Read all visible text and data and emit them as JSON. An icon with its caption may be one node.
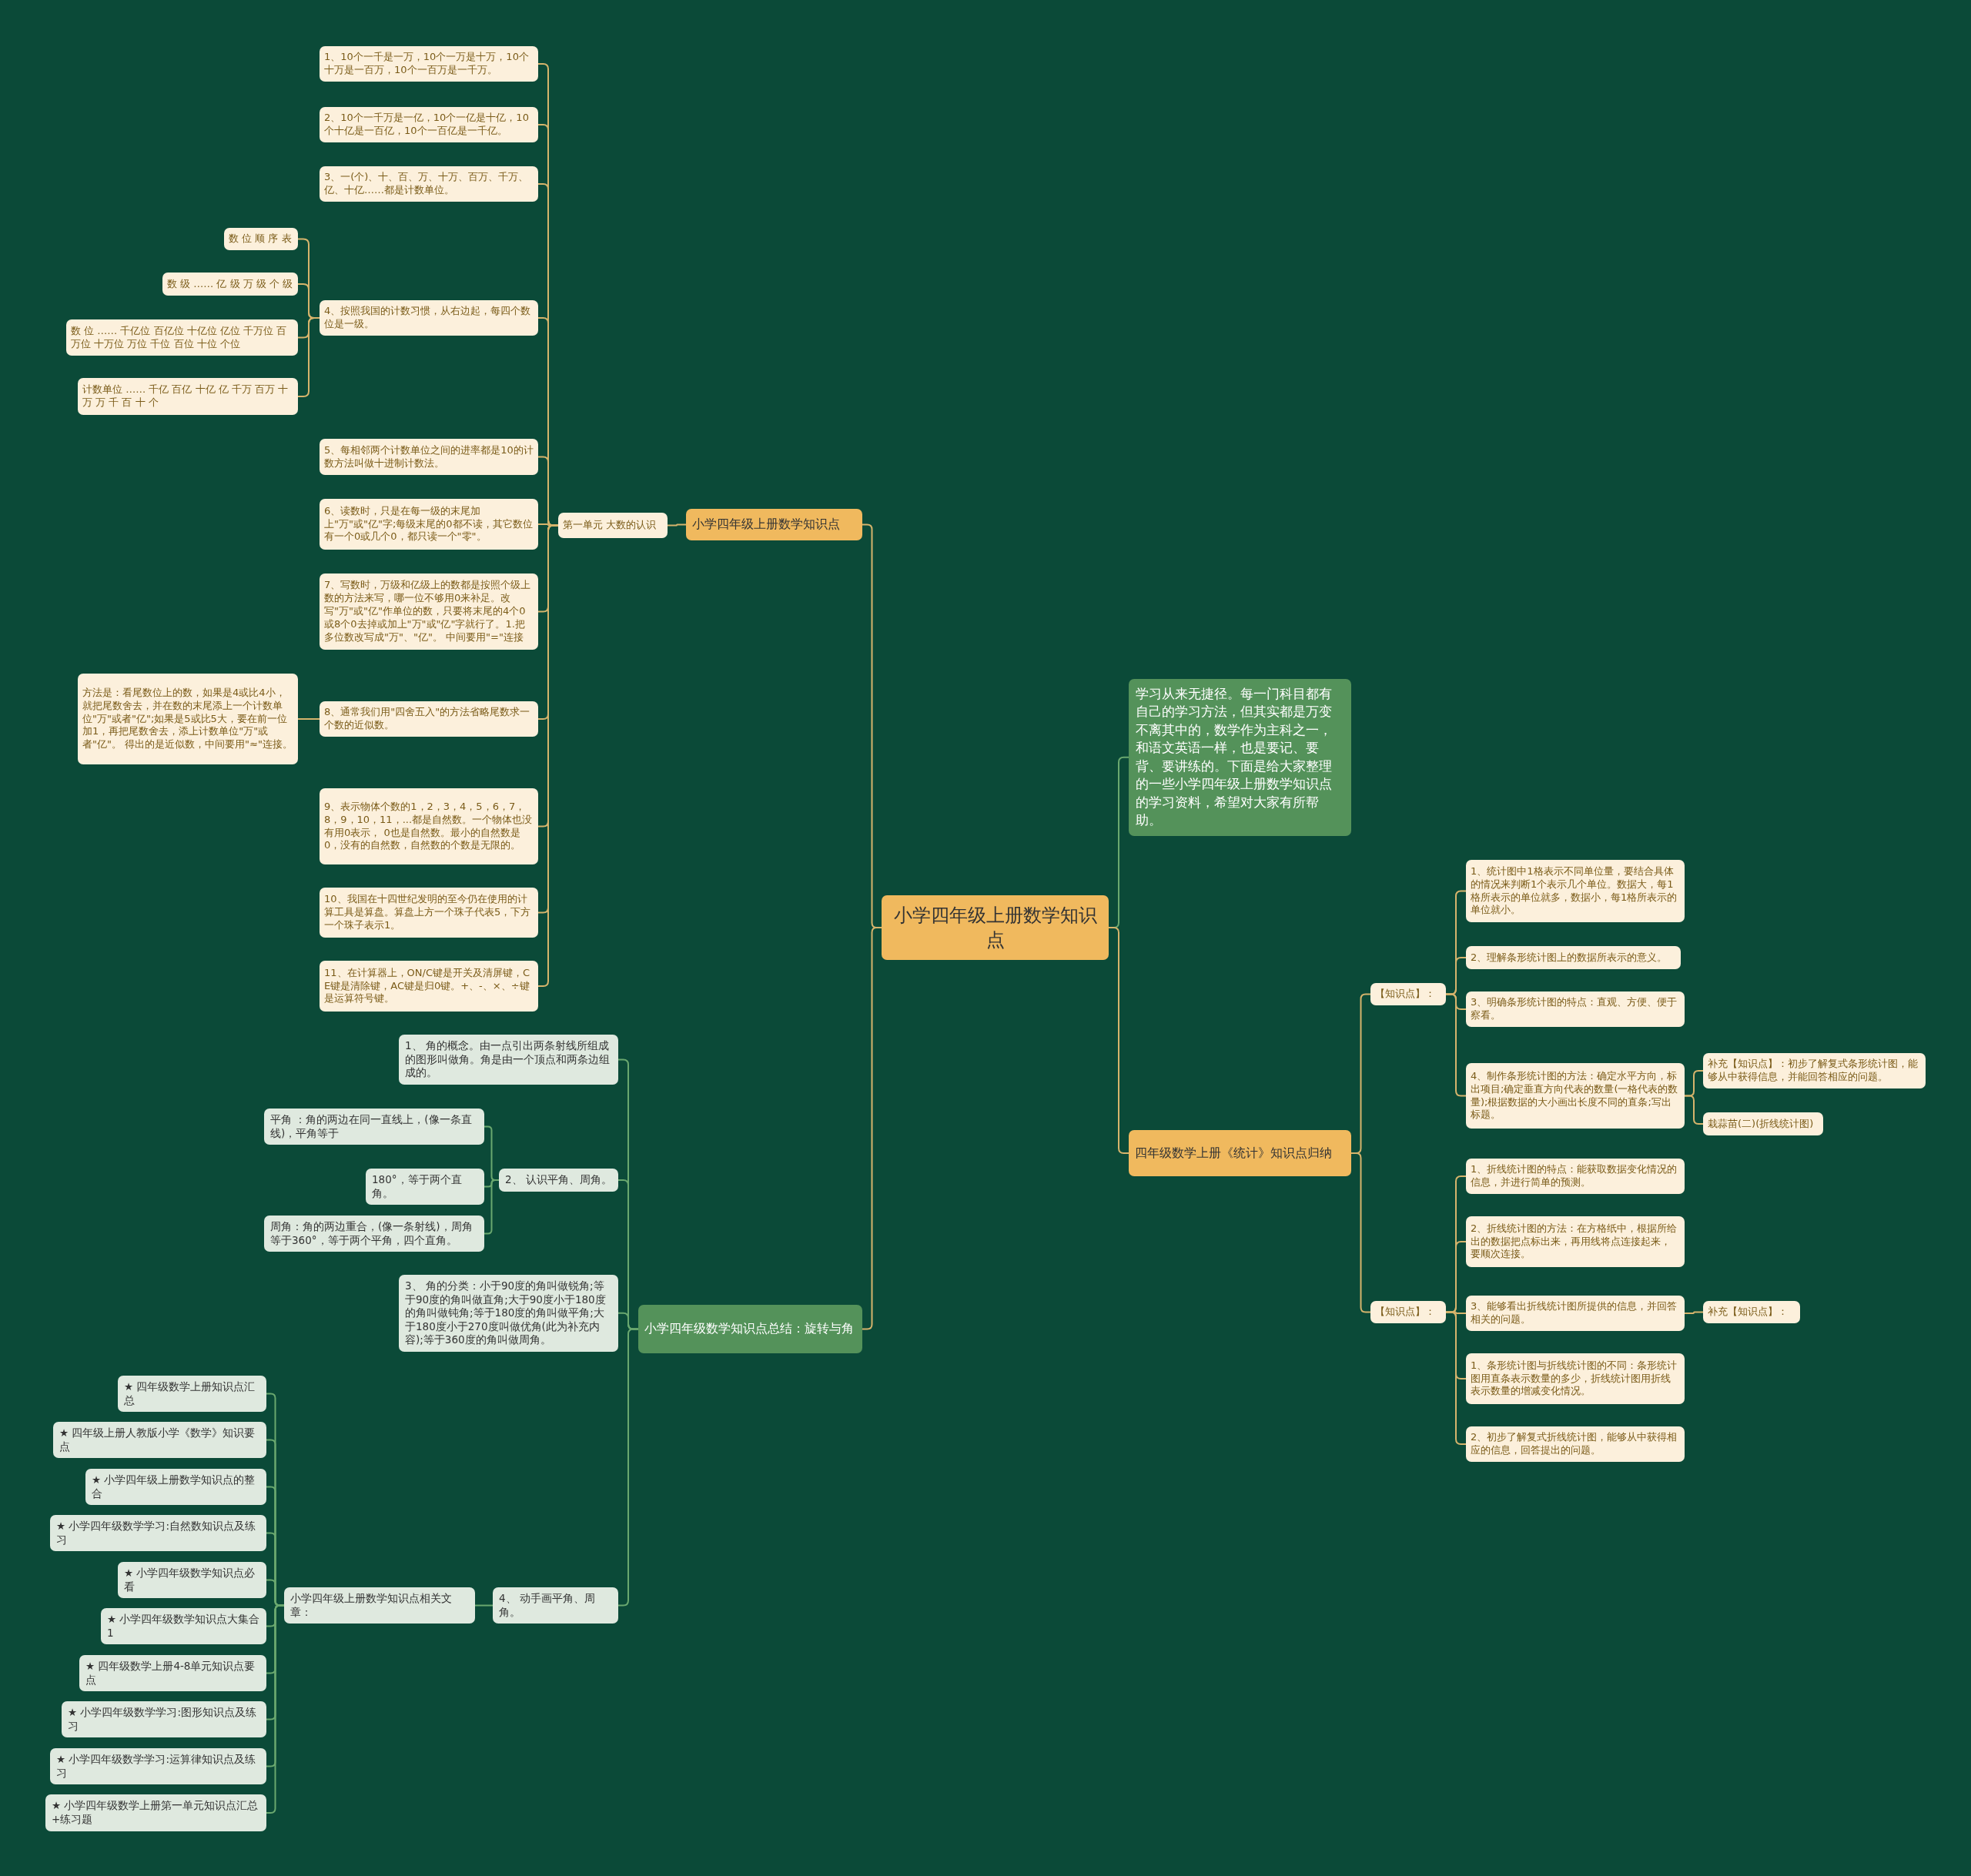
{
  "diagram": {
    "nodes": [
      {
        "text": [
          "小学四年级上册数学知识点"
        ]
      },
      {
        "text": [
          "小学四年级上册数学知识点"
        ]
      },
      {
        "text": [
          "第一单元 大数的认识"
        ]
      },
      {
        "text": [
          "1、10个一千是一万，10个一万是十万，10个十万是一百万，10个一百万是一千万。"
        ]
      },
      {
        "text": [
          "2、10个一千万是一亿，10个一亿是十亿，10个十亿是一百亿，10个一百亿是一千亿。"
        ]
      },
      {
        "text": [
          "3、一(个)、十、百、万、十万、百万、千万、亿、十亿……都是计数单位。"
        ]
      },
      {
        "text": [
          "4、按照我国的计数习惯，从右边起，每四个数位是一级。"
        ]
      },
      {
        "text": [
          "数 位 顺 序 表"
        ]
      },
      {
        "text": [
          "数 级 …… 亿 级 万 级 个 级"
        ]
      },
      {
        "text": [
          "数 位 …… 千亿位 百亿位 十亿位 亿位 千万位 百万位 十万位 万位 千位 百位 十位 个位"
        ]
      },
      {
        "text": [
          "计数单位 …… 千亿 百亿 十亿 亿 千万 百万 十万 万 千 百 十 个"
        ]
      },
      {
        "text": [
          "5、每相邻两个计数单位之间的进率都是10的计数方法叫做十进制计数法。"
        ]
      },
      {
        "text": [
          "6、读数时，只是在每一级的末尾加上\"万\"或\"亿\"字;每级末尾的0都不读，其它数位有一个0或几个0，都只读一个\"零\"。"
        ]
      },
      {
        "text": [
          "7、写数时，万级和亿级上的数都是按照个级上数的方法来写，哪一位不够用0来补足。改写\"万\"或\"亿\"作单位的数，只要将末尾的4个0或8个0去掉或加上\"万\"或\"亿\"字就行了。1.把多位数改写成\"万\"、\"亿\"。 中间要用\"=\"连接"
        ]
      },
      {
        "text": [
          "8、通常我们用\"四舍五入\"的方法省略尾数求一个数的近似数。"
        ]
      },
      {
        "text": [
          "方法是：看尾数位上的数，如果是4或比4小，就把尾数舍去，并在数的末尾添上一个计数单位\"万\"或者\"亿\";如果是5或比5大，要在前一位加1，再把尾数舍去，添上计数单位\"万\"或者\"亿\"。 得出的是近似数，中间要用\"≈\"连接。"
        ]
      },
      {
        "text": [
          "9、表示物体个数的1，2，3，4，5，6，7，8，9，10，11，...都是自然数。一个物体也没有用0表示， 0也是自然数。最小的自然数是0，没有的自然数，自然数的个数是无限的。"
        ]
      },
      {
        "text": [
          "10、我国在十四世纪发明的至今仍在使用的计算工具是算盘。算盘上方一个珠子代表5，下方一个珠子表示1。"
        ]
      },
      {
        "text": [
          "11、在计算器上，ON/C键是开关及清屏键，CE键是清除键，AC键是归0键。+、-、×、÷键是运算符号键。"
        ]
      },
      {
        "text": [
          "学习从来无捷径。每一门科目都有自己的学习方法，但其实都是万变不离其中的，数学作为主科之一，和语文英语一样，也是要记、要背、要讲练的。下面是给大家整理的一些小学四年级上册数学知识点的学习资料，希望对大家有所帮助。"
        ]
      },
      {
        "text": [
          "四年级数学上册《统计》知识点归纳"
        ]
      },
      {
        "text": [
          "【知识点】："
        ]
      },
      {
        "text": [
          "1、统计图中1格表示不同单位量，要结合具体的情况来判断1个表示几个单位。数据大，每1格所表示的单位就多，数据小，每1格所表示的单位就小。"
        ]
      },
      {
        "text": [
          "2、理解条形统计图上的数据所表示的意义。"
        ]
      },
      {
        "text": [
          "3、明确条形统计图的特点：直观、方便、便于察看。"
        ]
      },
      {
        "text": [
          "4、制作条形统计图的方法：确定水平方向，标出项目;确定垂直方向代表的数量(一格代表的数量);根据数据的大小画出长度不同的直条;写出标题。"
        ]
      },
      {
        "text": [
          "补充【知识点】：初步了解复式条形统计图，能够从中获得信息，并能回答相应的问题。"
        ]
      },
      {
        "text": [
          "栽蒜苗(二)(折线统计图)"
        ]
      },
      {
        "text": [
          "【知识点】："
        ]
      },
      {
        "text": [
          "1、折线统计图的特点：能获取数据变化情况的信息，并进行简单的预测。"
        ]
      },
      {
        "text": [
          "2、折线统计图的方法：在方格纸中，根据所给出的数据把点标出来，再用线将点连接起来，要顺次连接。"
        ]
      },
      {
        "text": [
          "3、能够看出折线统计图所提供的信息，并回答相关的问题。"
        ]
      },
      {
        "text": [
          "补充【知识点】："
        ]
      },
      {
        "text": [
          "1、条形统计图与折线统计图的不同：条形统计图用直条表示数量的多少，折线统计图用折线表示数量的增减变化情况。"
        ]
      },
      {
        "text": [
          "2、初步了解复式折线统计图，能够从中获得相应的信息，回答提出的问题。"
        ]
      },
      {
        "text": [
          "小学四年级数学知识点总结：旋转与角"
        ]
      },
      {
        "text": [
          "1、 角的概念。由一点引出两条射线所组成的图形叫做角。角是由一个顶点和两条边组成的。"
        ]
      },
      {
        "text": [
          "2、 认识平角、周角。"
        ]
      },
      {
        "text": [
          "平角 ：角的两边在同一直线上，(像一条直线)，平角等于"
        ]
      },
      {
        "text": [
          "180°，等于两个直角。"
        ]
      },
      {
        "text": [
          "周角：角的两边重合，(像一条射线)，周角等于360°，等于两个平角，四个直角。"
        ]
      },
      {
        "text": [
          "3、 角的分类：小于90度的角叫做锐角;等于90度的角叫做直角;大于90度小于180度的角叫做钝角;等于180度的角叫做平角;大于180度小于270度叫做优角(此为补充内容);等于360度的角叫做周角。"
        ]
      },
      {
        "text": [
          "4、 动手画平角、周角。"
        ]
      },
      {
        "text": [
          "小学四年级上册数学知识点相关文章："
        ]
      },
      {
        "text": [
          "★ 四年级数学上册知识点汇总"
        ]
      },
      {
        "text": [
          "★ 四年级上册人教版小学《数学》知识要点"
        ]
      },
      {
        "text": [
          "★ 小学四年级上册数学知识点的整合"
        ]
      },
      {
        "text": [
          "★ 小学四年级数学学习:自然数知识点及练习"
        ]
      },
      {
        "text": [
          "★ 小学四年级数学知识点必看"
        ]
      },
      {
        "text": [
          "★ 小学四年级数学知识点大集合1"
        ]
      },
      {
        "text": [
          "★ 四年级数学上册4-8单元知识点要点"
        ]
      },
      {
        "text": [
          "★ 小学四年级数学学习:图形知识点及练习"
        ]
      },
      {
        "text": [
          "★ 小学四年级数学学习:运算律知识点及练习"
        ]
      },
      {
        "text": [
          "★ 小学四年级数学上册第一单元知识点汇总+练习题"
        ]
      }
    ],
    "edges": [
      {
        "from": 0,
        "to": 1,
        "arrow": "none"
      },
      {
        "from": 1,
        "to": 2,
        "arrow": "none"
      },
      {
        "from": 2,
        "to": 3,
        "arrow": "none"
      },
      {
        "from": 2,
        "to": 4,
        "arrow": "none"
      },
      {
        "from": 2,
        "to": 5,
        "arrow": "none"
      },
      {
        "from": 2,
        "to": 6,
        "arrow": "none"
      },
      {
        "from": 6,
        "to": 7,
        "arrow": "none"
      },
      {
        "from": 6,
        "to": 8,
        "arrow": "none"
      },
      {
        "from": 6,
        "to": 9,
        "arrow": "none"
      },
      {
        "from": 6,
        "to": 10,
        "arrow": "none"
      },
      {
        "from": 2,
        "to": 11,
        "arrow": "none"
      },
      {
        "from": 2,
        "to": 12,
        "arrow": "none"
      },
      {
        "from": 2,
        "to": 13,
        "arrow": "none"
      },
      {
        "from": 2,
        "to": 14,
        "arrow": "none"
      },
      {
        "from": 14,
        "to": 15,
        "arrow": "none"
      },
      {
        "from": 2,
        "to": 16,
        "arrow": "none"
      },
      {
        "from": 2,
        "to": 17,
        "arrow": "none"
      },
      {
        "from": 2,
        "to": 18,
        "arrow": "none"
      },
      {
        "from": 0,
        "to": 19,
        "arrow": "none",
        "color": "#6aa86f"
      },
      {
        "from": 0,
        "to": 20,
        "arrow": "none"
      },
      {
        "from": 20,
        "to": 21,
        "arrow": "none"
      },
      {
        "from": 21,
        "to": 22,
        "arrow": "none"
      },
      {
        "from": 21,
        "to": 23,
        "arrow": "none"
      },
      {
        "from": 21,
        "to": 24,
        "arrow": "none"
      },
      {
        "from": 21,
        "to": 25,
        "arrow": "none"
      },
      {
        "from": 25,
        "to": 26,
        "arrow": "none"
      },
      {
        "from": 25,
        "to": 27,
        "arrow": "none"
      },
      {
        "from": 20,
        "to": 28,
        "arrow": "none"
      },
      {
        "from": 28,
        "to": 29,
        "arrow": "none"
      },
      {
        "from": 28,
        "to": 30,
        "arrow": "none"
      },
      {
        "from": 28,
        "to": 31,
        "arrow": "none"
      },
      {
        "from": 31,
        "to": 32,
        "arrow": "none"
      },
      {
        "from": 28,
        "to": 33,
        "arrow": "none"
      },
      {
        "from": 28,
        "to": 34,
        "arrow": "none"
      },
      {
        "from": 0,
        "to": 35,
        "arrow": "none"
      },
      {
        "from": 35,
        "to": 36,
        "arrow": "none",
        "color": "#6aa86f"
      },
      {
        "from": 35,
        "to": 37,
        "arrow": "none",
        "color": "#6aa86f"
      },
      {
        "from": 37,
        "to": 38,
        "arrow": "none",
        "color": "#6aa86f"
      },
      {
        "from": 37,
        "to": 39,
        "arrow": "none",
        "color": "#6aa86f"
      },
      {
        "from": 37,
        "to": 40,
        "arrow": "none",
        "color": "#6aa86f"
      },
      {
        "from": 35,
        "to": 41,
        "arrow": "none",
        "color": "#6aa86f"
      },
      {
        "from": 35,
        "to": 42,
        "arrow": "none",
        "color": "#6aa86f"
      },
      {
        "from": 42,
        "to": 43,
        "arrow": "none",
        "color": "#6aa86f"
      },
      {
        "from": 43,
        "to": 44,
        "arrow": "none",
        "color": "#6aa86f"
      },
      {
        "from": 43,
        "to": 45,
        "arrow": "none",
        "color": "#6aa86f"
      },
      {
        "from": 43,
        "to": 46,
        "arrow": "none",
        "color": "#6aa86f"
      },
      {
        "from": 43,
        "to": 47,
        "arrow": "none",
        "color": "#6aa86f"
      },
      {
        "from": 43,
        "to": 48,
        "arrow": "none",
        "color": "#6aa86f"
      },
      {
        "from": 43,
        "to": 49,
        "arrow": "none",
        "color": "#6aa86f"
      },
      {
        "from": 43,
        "to": 50,
        "arrow": "none",
        "color": "#6aa86f"
      },
      {
        "from": 43,
        "to": 51,
        "arrow": "none",
        "color": "#6aa86f"
      },
      {
        "from": 43,
        "to": 52,
        "arrow": "none",
        "color": "#6aa86f"
      },
      {
        "from": 43,
        "to": 53,
        "arrow": "none",
        "color": "#6aa86f"
      }
    ]
  }
}
